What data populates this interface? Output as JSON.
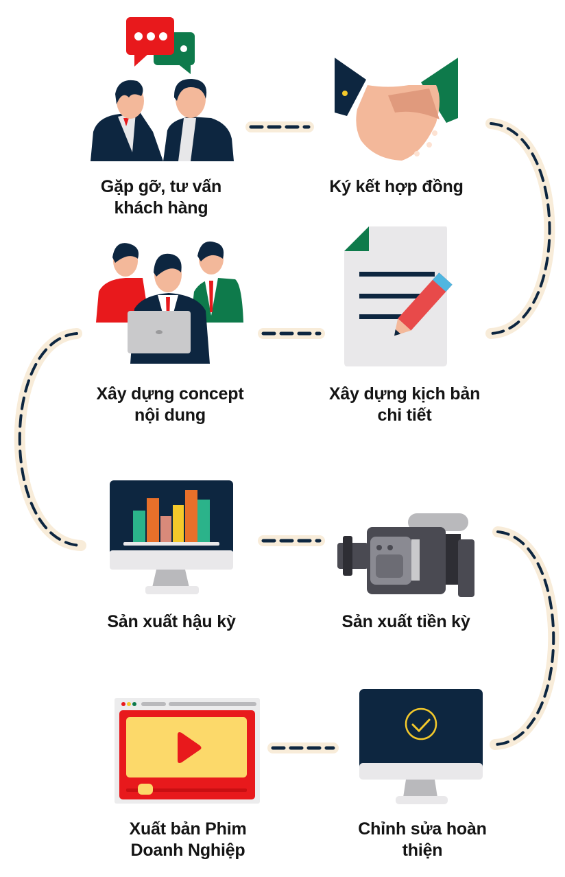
{
  "title": "Quy trình sản xuất Phim Doanh Nghiệp",
  "colors": {
    "navy": "#0d2640",
    "red": "#e8191c",
    "green": "#0e7a4b",
    "cream": "#f8ecd9",
    "yellow": "#f4c92b",
    "skin": "#f3b89a",
    "text": "#141414"
  },
  "steps": [
    {
      "icon": "meeting-icon",
      "line1": "Gặp gỡ, tư vấn",
      "line2": "khách hàng"
    },
    {
      "icon": "handshake-icon",
      "line1": "Ký kết hợp đồng",
      "line2": ""
    },
    {
      "icon": "script-document-icon",
      "line1": "Xây dựng kịch bản",
      "line2": "chi tiết"
    },
    {
      "icon": "team-laptop-icon",
      "line1": "Xây dựng concept",
      "line2": "nội dung"
    },
    {
      "icon": "video-camera-icon",
      "line1": "Sản xuất tiền kỳ",
      "line2": ""
    },
    {
      "icon": "monitor-chart-icon",
      "line1": "Sản xuất hậu kỳ",
      "line2": ""
    },
    {
      "icon": "monitor-check-icon",
      "line1": "Chỉnh sửa hoàn",
      "line2": "thiện"
    },
    {
      "icon": "video-player-icon",
      "line1": "Xuất bản Phim",
      "line2": "Doanh Nghiệp"
    }
  ]
}
